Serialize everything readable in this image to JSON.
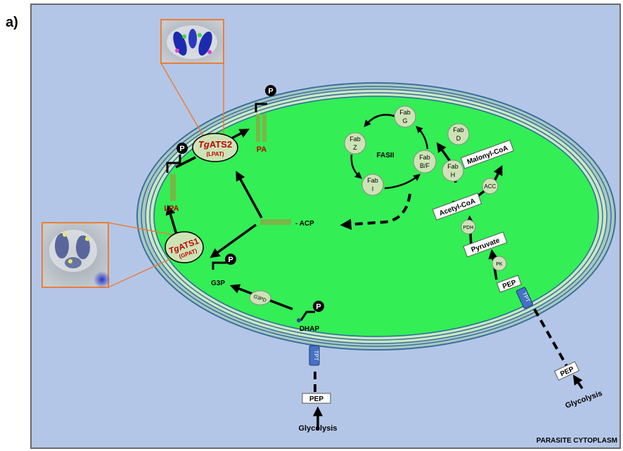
{
  "panel_label": "a)",
  "compartment": "PARASITE CYTOPLASM",
  "enzymes": {
    "ats1": {
      "prefix": "Tg",
      "name": "ATS1",
      "sub": "(GPAT)"
    },
    "ats2": {
      "prefix": "Tg",
      "name": "ATS2",
      "sub": "(LPAT)"
    },
    "g3pd": "G3PD",
    "pdh": "PDH",
    "pk": "PK",
    "acc": "ACC"
  },
  "metabolites": {
    "lpa": "LPA",
    "pa": "PA",
    "g3p": "G3P",
    "dhap": "DHAP",
    "acp": "- ACP",
    "acetyl_coa": "Acetyl-CoA",
    "malonyl_coa": "Malonyl-CoA",
    "pyruvate": "Pyruvate",
    "pep": "PEP"
  },
  "transporter": "TPT",
  "glycolysis": "Glycolysis",
  "fasii": {
    "label": "FASII",
    "fab_g": [
      "Fab",
      "G"
    ],
    "fab_z": [
      "Fab",
      "Z"
    ],
    "fab_i": [
      "Fab",
      "I"
    ],
    "fab_bf": [
      "Fab",
      "B/F"
    ],
    "fab_d": [
      "Fab",
      "D"
    ],
    "fab_h": [
      "Fab",
      "H"
    ]
  },
  "phosphate": "P",
  "colors": {
    "background": "#b4c6e7",
    "stroma": "#33ee55",
    "membrane_fill": "#5fb89a",
    "enzyme_fill": "#cde3b6",
    "enzyme_text_red": "#c00000",
    "transporter": "#4472c4",
    "lipid": "#7ab648",
    "inset_border": "#e87f3a"
  }
}
